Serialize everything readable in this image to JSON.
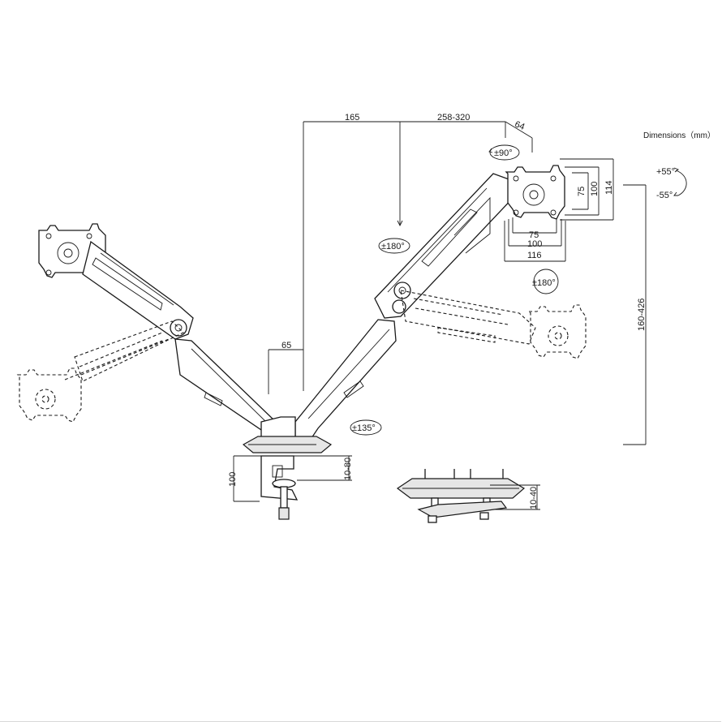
{
  "title": "Dimensions（mm）",
  "dimensions": {
    "d165": "165",
    "d258_320": "258-320",
    "d64": "64",
    "d65": "65",
    "d75_v": "75",
    "d100_v": "100",
    "d114": "114",
    "d75_h": "75",
    "d100_h": "100",
    "d116": "116",
    "d160_426": "160-426",
    "d100_clamp": "100",
    "d10_80": "10-80",
    "d10_40": "10-40"
  },
  "rotations": {
    "r90": "±90°",
    "r180_arm": "±180°",
    "r180_plate": "±180°",
    "r135": "±135°",
    "tilt_up": "+55°",
    "tilt_down": "-55°"
  }
}
